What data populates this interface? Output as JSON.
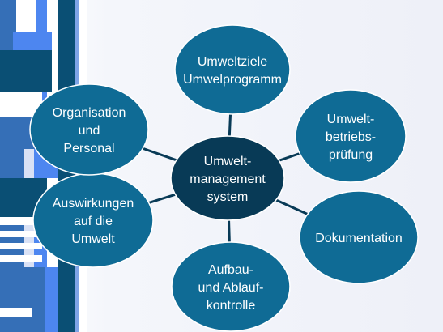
{
  "diagram": {
    "center": {
      "lines": [
        "Umwelt-",
        "management",
        "system"
      ]
    },
    "nodes": [
      {
        "id": "umweltziele",
        "lines": [
          "Umweltziele",
          "Umwelprogramm"
        ]
      },
      {
        "id": "betriebspruefung",
        "lines": [
          "Umwelt-",
          "betriebs-",
          "prüfung"
        ]
      },
      {
        "id": "dokumentation",
        "lines": [
          "Dokumentation"
        ]
      },
      {
        "id": "ablaufkontrolle",
        "lines": [
          "Aufbau-",
          "und Ablauf-",
          "kontrolle"
        ]
      },
      {
        "id": "auswirkungen",
        "lines": [
          "Auswirkungen",
          "auf die",
          "Umwelt"
        ]
      },
      {
        "id": "organisation",
        "lines": [
          "Organisation",
          "und",
          "Personal"
        ]
      }
    ]
  },
  "colors": {
    "node_fill": "#0f6b95",
    "center_fill": "#083a56",
    "connector": "#083a56",
    "sidebar_dark": "#0a4f74",
    "sidebar_blue": "#4d86f0",
    "sidebar_mid": "#356fb7"
  }
}
